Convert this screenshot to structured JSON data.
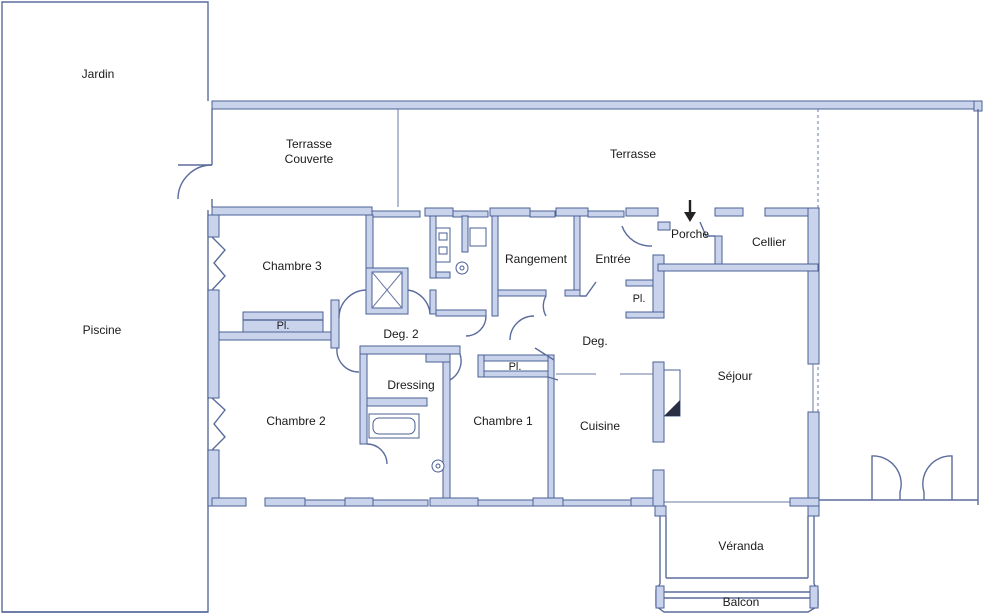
{
  "plan": {
    "rooms": {
      "jardin": "Jardin",
      "piscine": "Piscine",
      "terrasse_couverte_1": "Terrasse",
      "terrasse_couverte_2": "Couverte",
      "terrasse": "Terrasse",
      "chambre3": "Chambre 3",
      "rangement": "Rangement",
      "entree": "Entrée",
      "porche": "Porche",
      "cellier": "Cellier",
      "deg2": "Deg. 2",
      "deg": "Deg.",
      "dressing": "Dressing",
      "sejour": "Séjour",
      "chambre2": "Chambre 2",
      "chambre1": "Chambre 1",
      "cuisine": "Cuisine",
      "veranda": "Véranda",
      "balcon": "Balcon"
    },
    "placards": {
      "pl_chambre3": "Pl.",
      "pl_entree": "Pl.",
      "pl_chambre1": "Pl."
    },
    "colors": {
      "wall_fill": "#c9d4ec",
      "wall_stroke": "#4a5f94",
      "line": "#5b6c9c",
      "background": "#ffffff"
    }
  }
}
